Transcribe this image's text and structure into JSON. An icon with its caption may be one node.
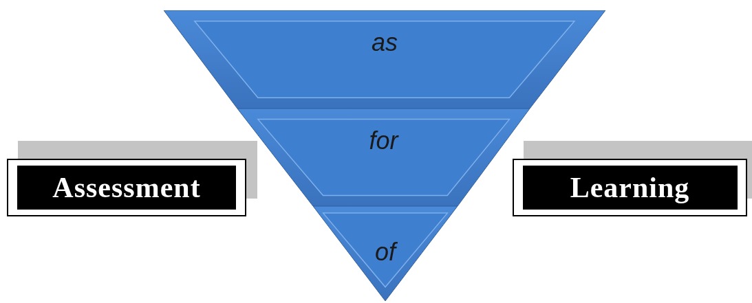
{
  "diagram": {
    "nodes": [
      {
        "text": [
          "as"
        ]
      },
      {
        "text": [
          "for"
        ]
      },
      {
        "text": [
          "of"
        ]
      },
      {
        "text": [
          "Assessment"
        ]
      },
      {
        "text": [
          "Learning"
        ]
      }
    ]
  }
}
